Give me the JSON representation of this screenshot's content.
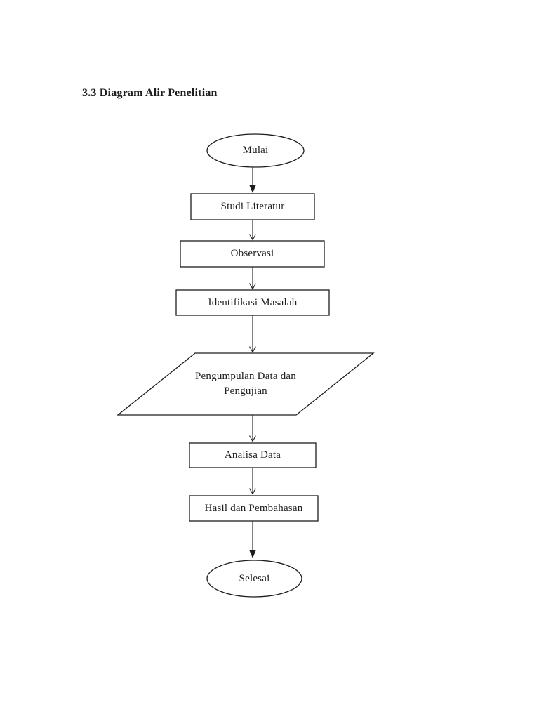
{
  "page": {
    "heading": "3.3 Diagram Alir Penelitian"
  },
  "flowchart": {
    "line_color": "#1c1c1c",
    "background_color": "#ffffff",
    "nodes": [
      {
        "id": "mulai",
        "shape": "terminator",
        "label": "Mulai"
      },
      {
        "id": "studi-literatur",
        "shape": "process",
        "label": "Studi Literatur"
      },
      {
        "id": "observasi",
        "shape": "process",
        "label": "Observasi"
      },
      {
        "id": "identifikasi-masalah",
        "shape": "process",
        "label": "Identifikasi Masalah"
      },
      {
        "id": "pengumpulan-data",
        "shape": "parallelogram",
        "label": "Pengumpulan Data dan Pengujian"
      },
      {
        "id": "analisa-data",
        "shape": "process",
        "label": "Analisa Data"
      },
      {
        "id": "hasil-pembahasan",
        "shape": "process",
        "label": "Hasil dan Pembahasan"
      },
      {
        "id": "selesai",
        "shape": "terminator",
        "label": "Selesai"
      }
    ],
    "edges": [
      {
        "from": "mulai",
        "to": "studi-literatur",
        "head": "solid"
      },
      {
        "from": "studi-literatur",
        "to": "observasi",
        "head": "open"
      },
      {
        "from": "observasi",
        "to": "identifikasi-masalah",
        "head": "open"
      },
      {
        "from": "identifikasi-masalah",
        "to": "pengumpulan-data",
        "head": "open"
      },
      {
        "from": "pengumpulan-data",
        "to": "analisa-data",
        "head": "open"
      },
      {
        "from": "analisa-data",
        "to": "hasil-pembahasan",
        "head": "open"
      },
      {
        "from": "hasil-pembahasan",
        "to": "selesai",
        "head": "solid"
      }
    ]
  }
}
